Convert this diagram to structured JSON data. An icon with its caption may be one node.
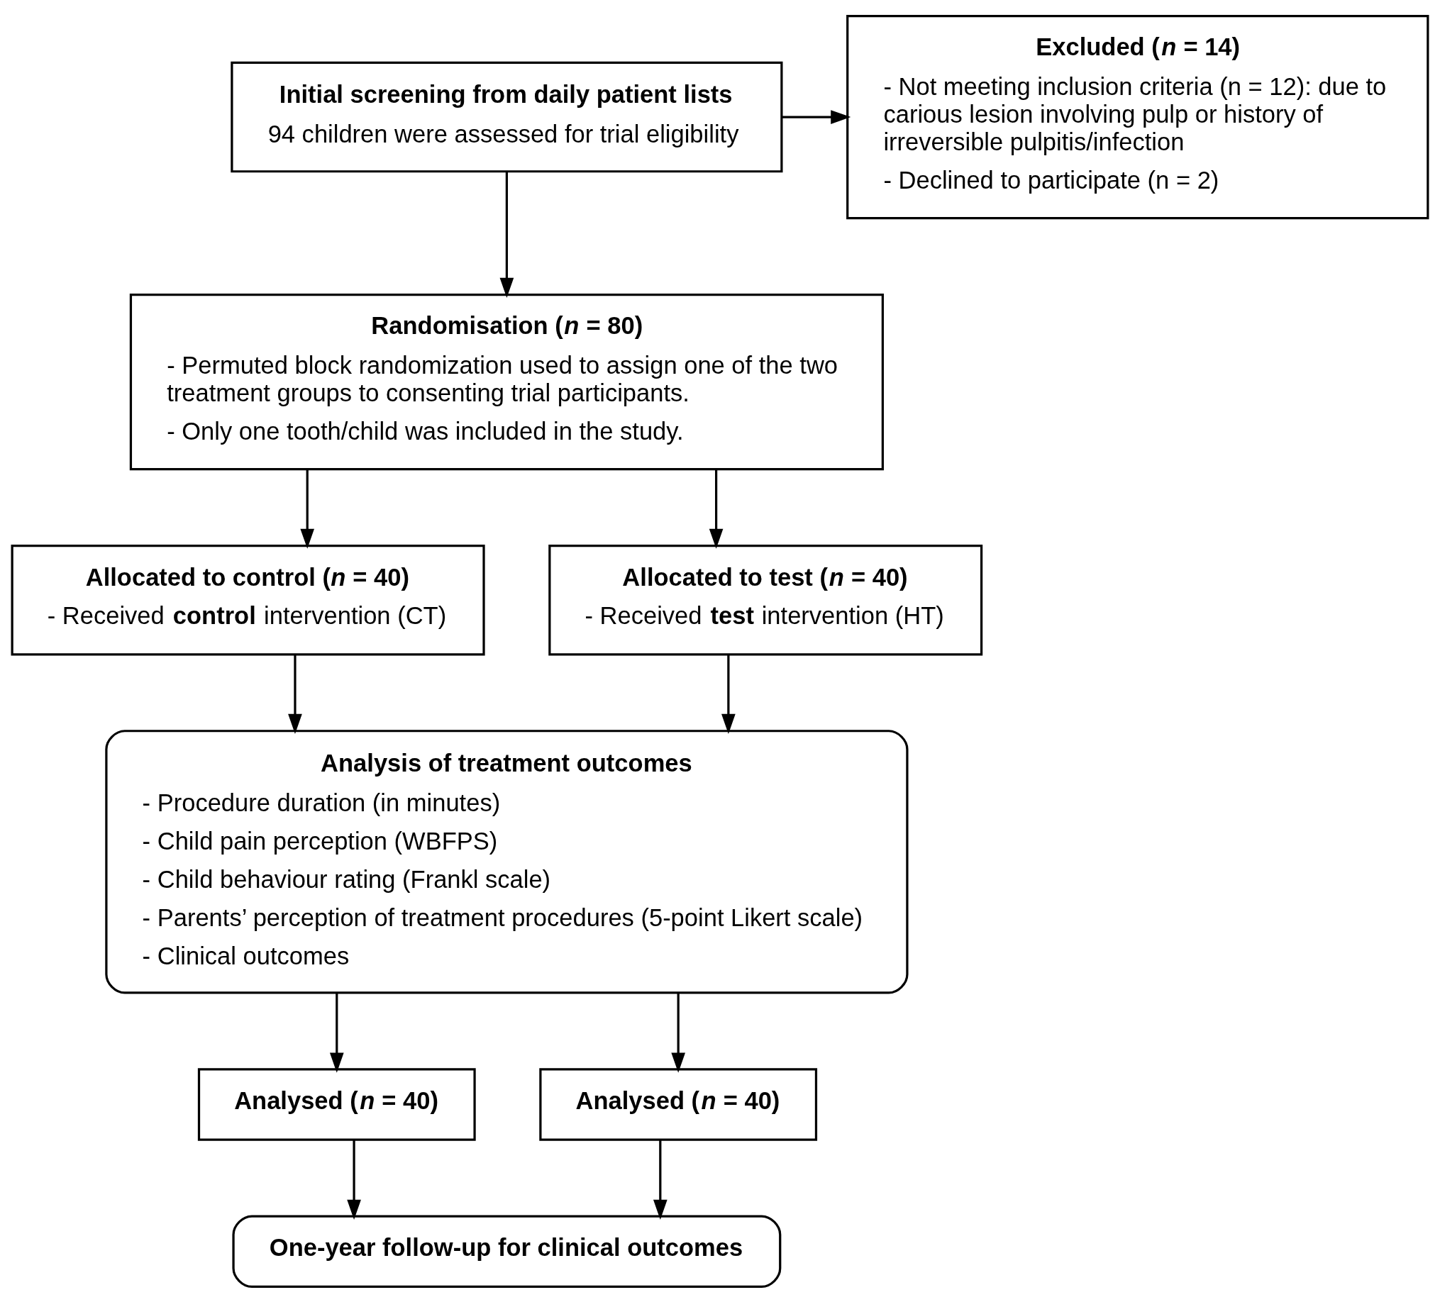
{
  "diagram": {
    "nodes": [
      {
        "text": [
          "Initial screening from daily patient lists",
          "94 children were assessed for trial eligibility"
        ]
      },
      {
        "text": [
          "Excluded (*n* = 14)",
          "- Not meeting inclusion criteria (n = 12): due to carious lesion involving pulp or history of irreversible pulpitis/infection",
          "- Declined to participate (n = 2)"
        ]
      },
      {
        "text": [
          "Randomisation (*n* = 80)",
          "- Permuted block randomization used to assign one of the two treatment groups to consenting trial participants.",
          "- Only one tooth/child was included in the study."
        ]
      },
      {
        "text": [
          "Allocated to control (*n* = 40)",
          "- Received **control** intervention (CT)"
        ]
      },
      {
        "text": [
          "Allocated to test (*n* = 40)",
          "- Received **test** intervention (HT)"
        ]
      },
      {
        "text": [
          "Analysis of treatment outcomes",
          "- Procedure duration (in minutes)",
          "- Child pain perception (WBFPS)",
          "- Child behaviour rating (Frankl scale)",
          "- Parents’ perception of treatment procedures (5-point Likert scale)",
          "- Clinical outcomes"
        ]
      },
      {
        "text": [
          "Analysed (*n* = 40)"
        ]
      },
      {
        "text": [
          "Analysed (*n* = 40)"
        ]
      },
      {
        "text": [
          "One-year follow-up for clinical outcomes"
        ]
      }
    ],
    "edges": [
      {
        "from": 0,
        "to": 1,
        "arrow": "to"
      },
      {
        "from": 0,
        "to": 2,
        "arrow": "to"
      },
      {
        "from": 2,
        "to": 3,
        "arrow": "to"
      },
      {
        "from": 2,
        "to": 4,
        "arrow": "to"
      },
      {
        "from": 3,
        "to": 5,
        "arrow": "to"
      },
      {
        "from": 4,
        "to": 5,
        "arrow": "to"
      },
      {
        "from": 5,
        "to": 6,
        "arrow": "to"
      },
      {
        "from": 5,
        "to": 7,
        "arrow": "to"
      },
      {
        "from": 6,
        "to": 8,
        "arrow": "to"
      },
      {
        "from": 7,
        "to": 8,
        "arrow": "to"
      }
    ]
  }
}
